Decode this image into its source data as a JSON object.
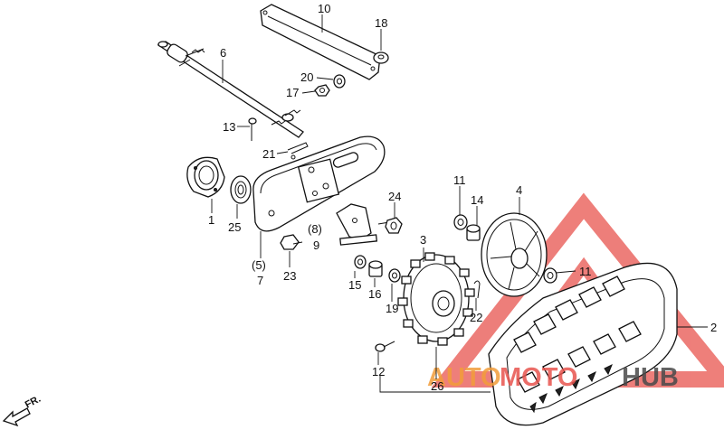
{
  "diagram": {
    "part_numbers": [
      "10",
      "18",
      "6",
      "20",
      "17",
      "13",
      "21",
      "1",
      "25",
      "(8)",
      "9",
      "24",
      "11",
      "14",
      "4",
      "3",
      "(5)",
      "7",
      "23",
      "15",
      "16",
      "19",
      "22",
      "11",
      "12",
      "26",
      "2"
    ],
    "direction_marker": "FR.",
    "watermark": {
      "auto": "AUTO",
      "moto": "MOTO",
      "hub": "HUB"
    },
    "colors": {
      "line": "#111111",
      "watermark_red": "#e8544e",
      "watermark_orange": "#f29d3a",
      "watermark_gray": "#4a4a4a"
    }
  }
}
